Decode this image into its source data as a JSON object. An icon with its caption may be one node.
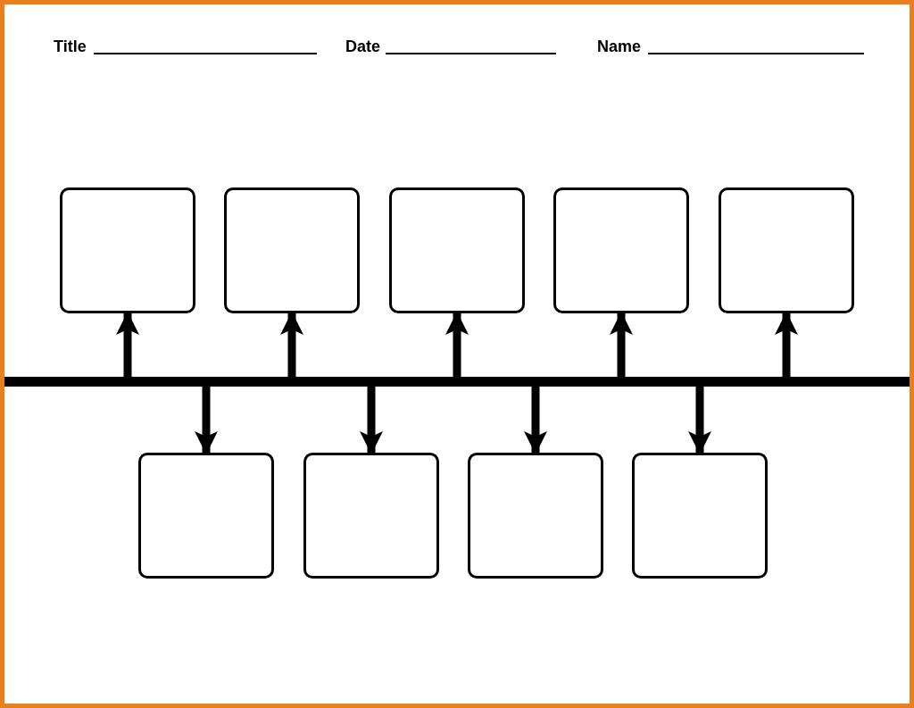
{
  "diagram": {
    "nodes": [
      {
        "text": [],
        "shape": "box"
      },
      {
        "text": [],
        "shape": "box"
      },
      {
        "text": [],
        "shape": "box"
      },
      {
        "text": [],
        "shape": "box"
      },
      {
        "text": [],
        "shape": "box"
      },
      {
        "text": [],
        "shape": "bar"
      },
      {
        "text": [],
        "shape": "box"
      },
      {
        "text": [],
        "shape": "box"
      },
      {
        "text": [],
        "shape": "box"
      },
      {
        "text": [],
        "shape": "box"
      }
    ],
    "edges": [
      {
        "from": 5,
        "to": 0,
        "arrow": "to"
      },
      {
        "from": 5,
        "to": 1,
        "arrow": "to"
      },
      {
        "from": 5,
        "to": 2,
        "arrow": "to"
      },
      {
        "from": 5,
        "to": 3,
        "arrow": "to"
      },
      {
        "from": 5,
        "to": 4,
        "arrow": "to"
      },
      {
        "from": 5,
        "to": 6,
        "arrow": "to"
      },
      {
        "from": 5,
        "to": 7,
        "arrow": "to"
      },
      {
        "from": 5,
        "to": 8,
        "arrow": "to"
      },
      {
        "from": 5,
        "to": 9,
        "arrow": "to"
      }
    ],
    "labels": [
      "Title",
      "Date",
      "Name"
    ]
  }
}
